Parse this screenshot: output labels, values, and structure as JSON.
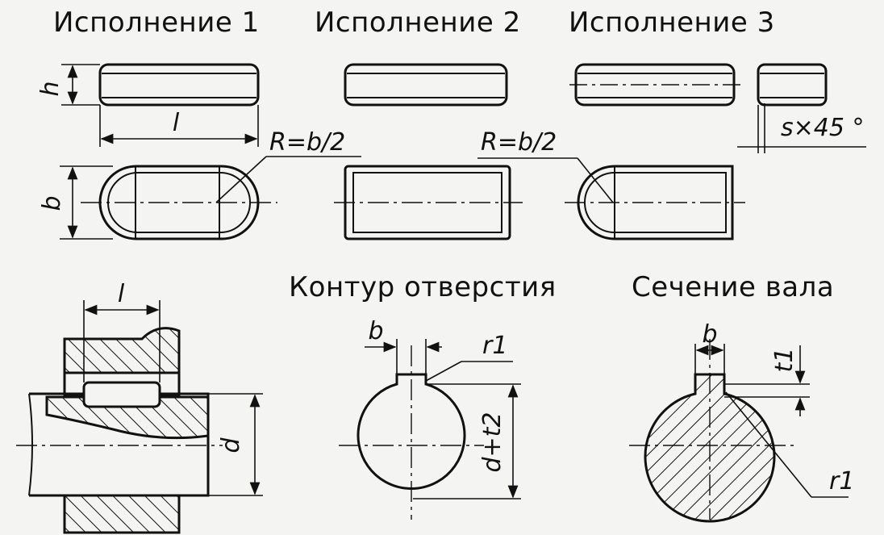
{
  "headings": {
    "execution_1": "Исполнение 1",
    "execution_2": "Исполнение 2",
    "execution_3": "Исполнение 3",
    "hole_contour": "Контур отверстия",
    "shaft_section": "Сечение вала"
  },
  "labels": {
    "height": "h",
    "length": "l",
    "width": "b",
    "radius_1": "R=b/2",
    "radius_2": "R=b/2",
    "chamfer": "s×45 °",
    "length_assembly": "l",
    "diameter": "d",
    "hole_width": "b",
    "hole_fillet": "r1",
    "hole_depth": "d+t2",
    "shaft_width": "b",
    "shaft_depth": "t1",
    "shaft_fillet": "r1"
  },
  "colors": {
    "ink": "#111111",
    "paper": "#f4f4f2"
  }
}
